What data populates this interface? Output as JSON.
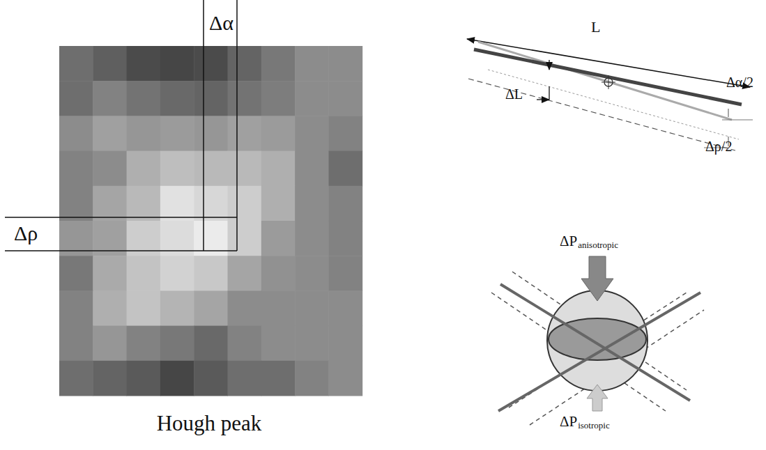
{
  "diagram": {
    "labels": [
      "Δα",
      "Δρ",
      "Hough peak",
      "L",
      "ΔL",
      "Δα/2",
      "Δρ/2",
      "ΔP",
      "anisotropic",
      "ΔP",
      "isotropic"
    ]
  }
}
